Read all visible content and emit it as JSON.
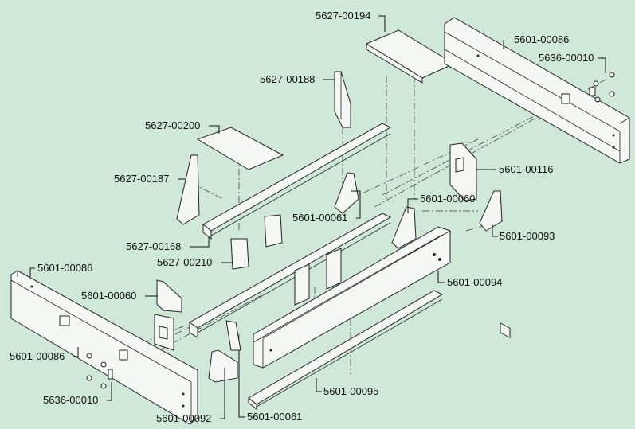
{
  "title": "Frame assembly exploded view",
  "labels": {
    "p194": "5627-00194",
    "p086_top": "5601-00086",
    "p010_top": "5636-00010",
    "p188": "5627-00188",
    "p200": "5627-00200",
    "p187": "5627-00187",
    "p116": "5601-00116",
    "p060_mid": "5601-00060",
    "p061_mid": "5601-00061",
    "p093": "5601-00093",
    "p168": "5627-00168",
    "p210": "5627-00210",
    "p086_left": "5601-00086",
    "p094": "5601-00094",
    "p060_left": "5601-00060",
    "p086_low": "5601-00086",
    "p095": "5601-00095",
    "p010_low": "5636-00010",
    "p092": "5601-00092",
    "p061_low": "5601-00061"
  },
  "colors": {
    "background": "#cfe8d8",
    "line": "#222222"
  }
}
